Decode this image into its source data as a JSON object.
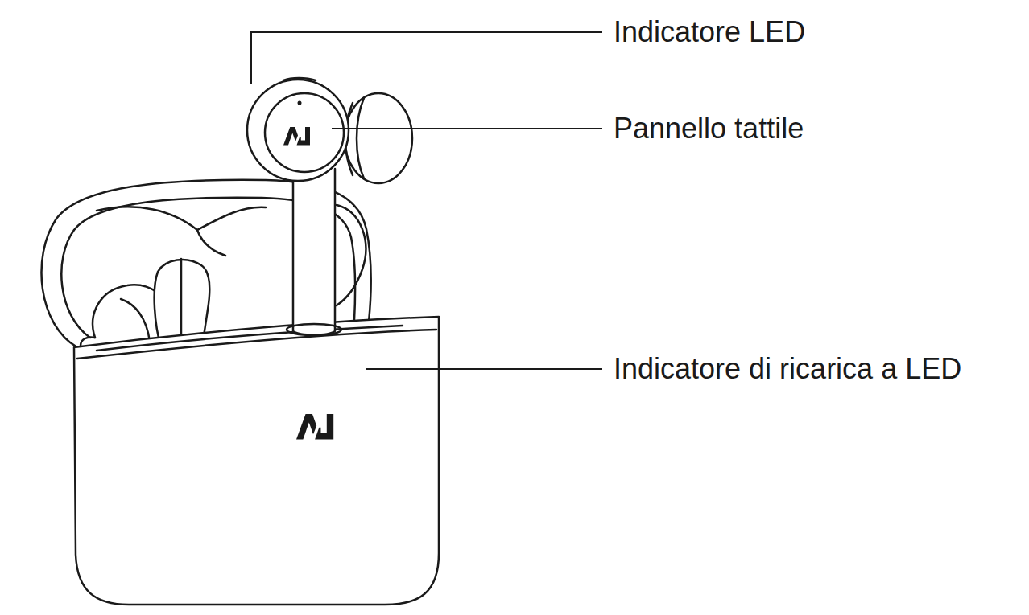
{
  "diagram": {
    "labels": [
      "Indicatore LED",
      "Pannello tattile",
      "Indicatore di ricarica a LED"
    ]
  }
}
